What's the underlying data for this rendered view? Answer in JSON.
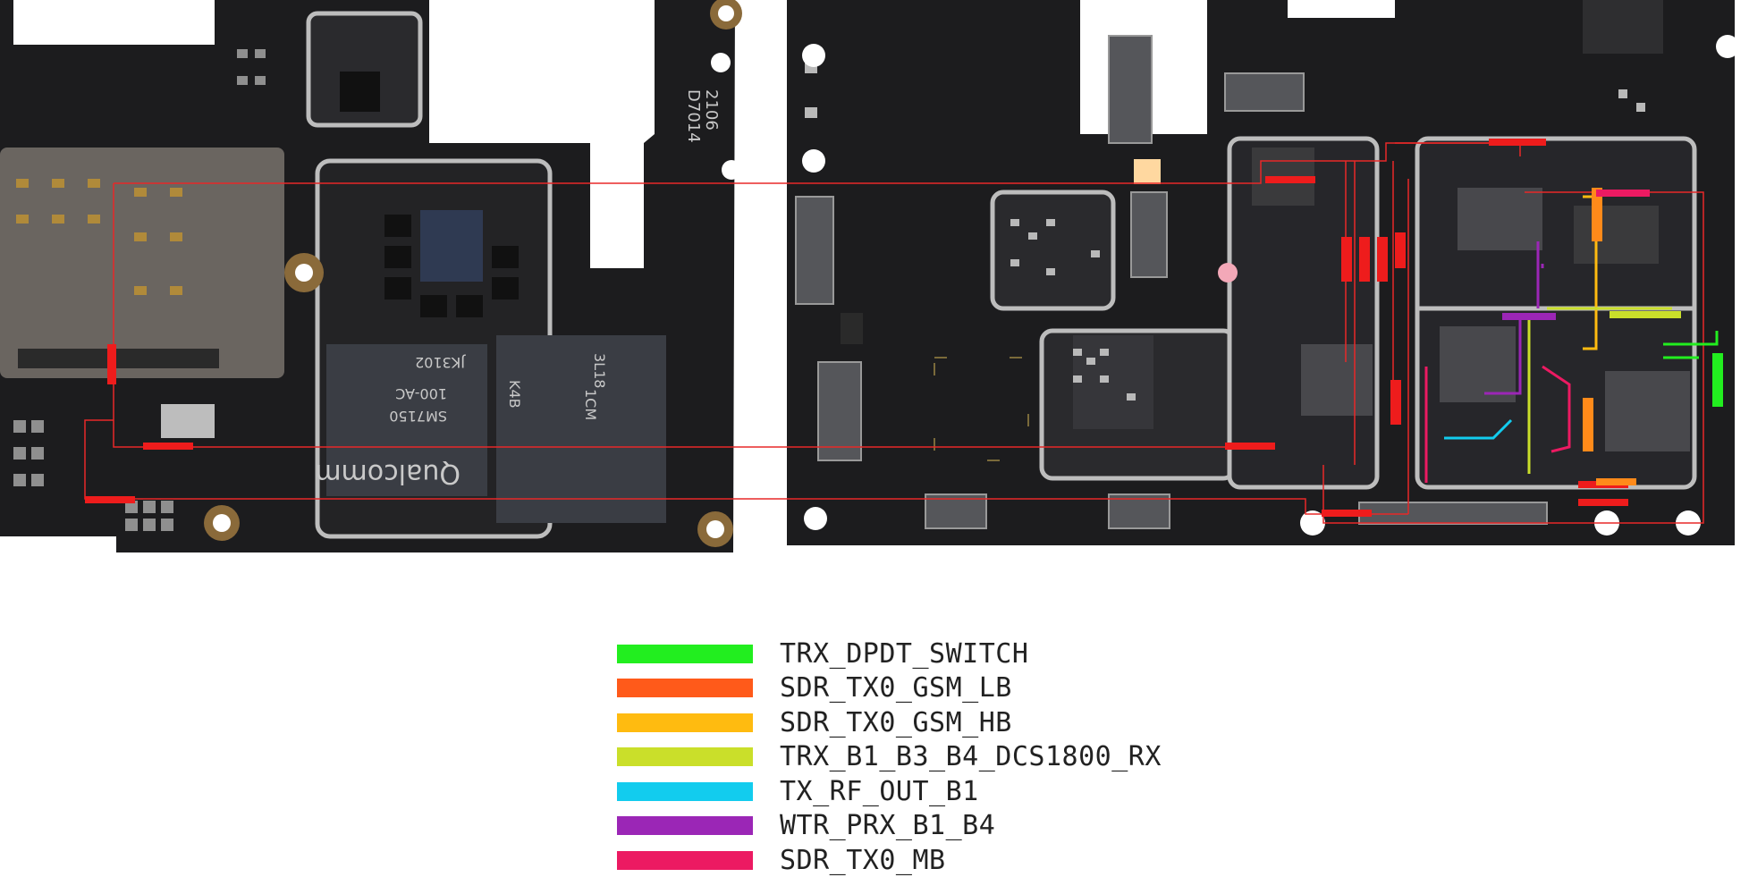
{
  "board": {
    "silkscreen": {
      "code": "2106",
      "part": "D7014",
      "chip1": "JK3102",
      "chip2": "3L18",
      "chip2b": "1CM",
      "soc_brand": "Qualcomm",
      "soc_model": "SM7150",
      "soc_rev": "100-AC",
      "chip3": "K4B"
    }
  },
  "legend": [
    {
      "label": "TRX_DPDT_SWITCH",
      "color": "#22ee1f"
    },
    {
      "label": "SDR_TX0_GSM_LB",
      "color": "#ff5a1a"
    },
    {
      "label": "SDR_TX0_GSM_HB",
      "color": "#ffbb10"
    },
    {
      "label": "TRX_B1_B3_B4_DCS1800_RX",
      "color": "#cadf2a"
    },
    {
      "label": "TX_RF_OUT_B1",
      "color": "#12ccee"
    },
    {
      "label": "WTR_PRX_B1_B4",
      "color": "#9b26b6"
    },
    {
      "label": "SDR_TX0_MB",
      "color": "#ec1a62"
    }
  ]
}
